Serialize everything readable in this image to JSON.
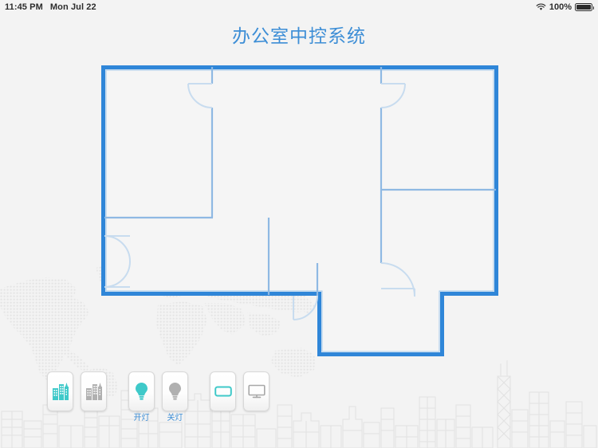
{
  "status_bar": {
    "time": "11:45 PM",
    "date": "Mon Jul 22",
    "battery_percent": "100%",
    "wifi_icon": "wifi-icon",
    "battery_icon": "battery-full-icon"
  },
  "header": {
    "title": "办公室中控系统",
    "title_color": "#3d8ed6"
  },
  "floor_plan": {
    "name": "office-floor-plan",
    "outer_wall_color": "#2f86d8",
    "inner_wall_color": "#8fb9e3",
    "door_arc_color": "#c3d9ee",
    "fill_color": "#f5f5f5"
  },
  "toolbar": {
    "buttons": [
      {
        "id": "scene-on",
        "icon": "building-icon",
        "state": "active",
        "color": "#3fc9c9",
        "label": ""
      },
      {
        "id": "scene-off",
        "icon": "building-icon",
        "state": "inactive",
        "color": "#b0b0b0",
        "label": ""
      },
      {
        "id": "light-on",
        "icon": "lightbulb-icon",
        "state": "active",
        "color": "#3fc9c9",
        "label": "开灯"
      },
      {
        "id": "light-off",
        "icon": "lightbulb-icon",
        "state": "inactive",
        "color": "#b0b0b0",
        "label": "关灯"
      },
      {
        "id": "screen-down",
        "icon": "projector-screen-icon",
        "state": "active",
        "color": "#3fc9c9",
        "label": ""
      },
      {
        "id": "screen-up",
        "icon": "monitor-icon",
        "state": "inactive",
        "color": "#a8a8a8",
        "label": ""
      }
    ]
  },
  "background": {
    "world_map": "dotted-world-map",
    "skyline": "city-skyline-outline"
  }
}
